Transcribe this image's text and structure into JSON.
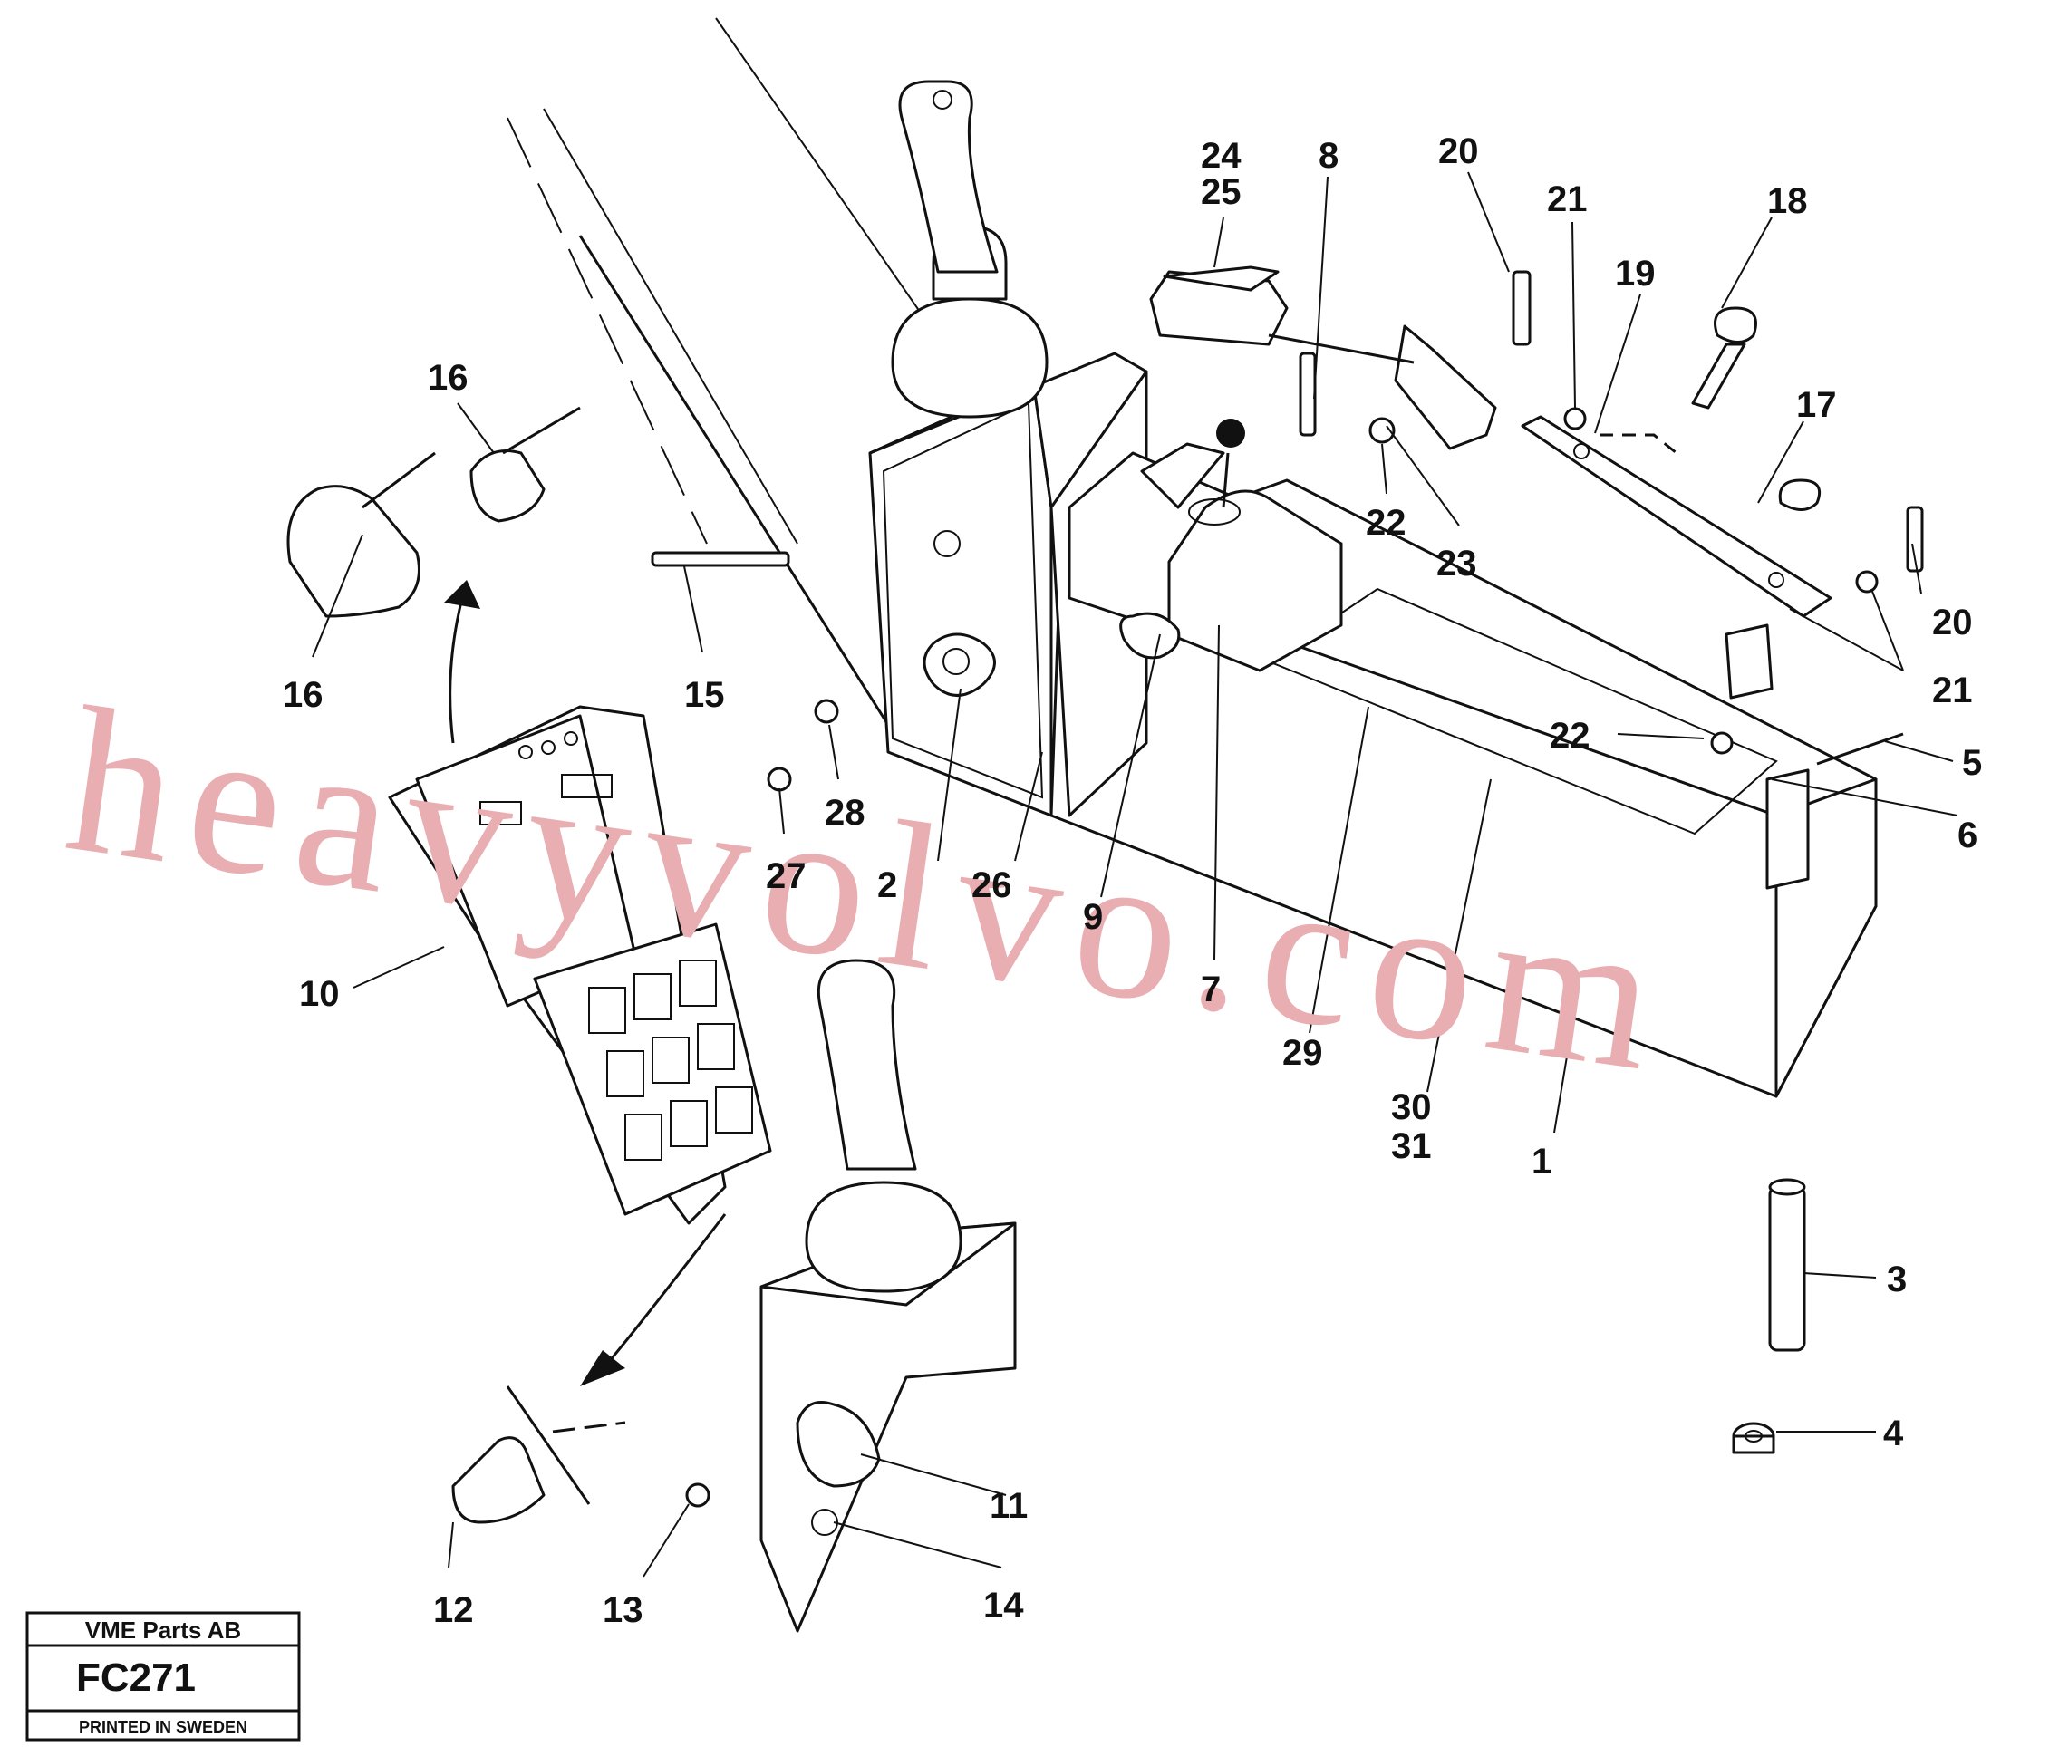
{
  "watermark": "heavyvolvo.com",
  "title_block": {
    "company": "VME Parts AB",
    "code": "FC271",
    "footer": "PRINTED IN SWEDEN"
  },
  "callouts": [
    {
      "id": "c1",
      "label": "1"
    },
    {
      "id": "c2",
      "label": "2"
    },
    {
      "id": "c3",
      "label": "3"
    },
    {
      "id": "c4",
      "label": "4"
    },
    {
      "id": "c5",
      "label": "5"
    },
    {
      "id": "c6",
      "label": "6"
    },
    {
      "id": "c7",
      "label": "7"
    },
    {
      "id": "c8",
      "label": "8"
    },
    {
      "id": "c9",
      "label": "9"
    },
    {
      "id": "c10",
      "label": "10"
    },
    {
      "id": "c11",
      "label": "11"
    },
    {
      "id": "c12",
      "label": "12"
    },
    {
      "id": "c13",
      "label": "13"
    },
    {
      "id": "c14",
      "label": "14"
    },
    {
      "id": "c15",
      "label": "15"
    },
    {
      "id": "c16a",
      "label": "16"
    },
    {
      "id": "c16b",
      "label": "16"
    },
    {
      "id": "c17",
      "label": "17"
    },
    {
      "id": "c18",
      "label": "18"
    },
    {
      "id": "c19",
      "label": "19"
    },
    {
      "id": "c20a",
      "label": "20"
    },
    {
      "id": "c20b",
      "label": "20"
    },
    {
      "id": "c21a",
      "label": "21"
    },
    {
      "id": "c21b",
      "label": "21"
    },
    {
      "id": "c22a",
      "label": "22"
    },
    {
      "id": "c22b",
      "label": "22"
    },
    {
      "id": "c23",
      "label": "23"
    },
    {
      "id": "c24",
      "label": "24"
    },
    {
      "id": "c25",
      "label": "25"
    },
    {
      "id": "c26",
      "label": "26"
    },
    {
      "id": "c27",
      "label": "27"
    },
    {
      "id": "c28",
      "label": "28"
    },
    {
      "id": "c29",
      "label": "29"
    },
    {
      "id": "c30",
      "label": "30"
    },
    {
      "id": "c31",
      "label": "31"
    }
  ]
}
